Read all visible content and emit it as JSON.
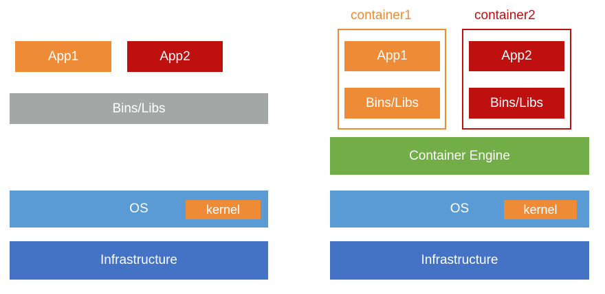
{
  "left_stack": {
    "app1": "App1",
    "app2": "App2",
    "bins_libs": "Bins/Libs",
    "os": "OS",
    "kernel": "kernel",
    "infrastructure": "Infrastructure"
  },
  "right_stack": {
    "container1": {
      "label": "container1",
      "app": "App1",
      "bins_libs": "Bins/Libs"
    },
    "container2": {
      "label": "container2",
      "app": "App2",
      "bins_libs": "Bins/Libs"
    },
    "container_engine": "Container Engine",
    "os": "OS",
    "kernel": "kernel",
    "infrastructure": "Infrastructure"
  },
  "colors": {
    "orange": "#ed8b36",
    "red": "#bf1010",
    "gray": "#a5a7a6",
    "green": "#72ad47",
    "os_blue": "#5b9bd5",
    "infra_blue": "#4472c4"
  }
}
